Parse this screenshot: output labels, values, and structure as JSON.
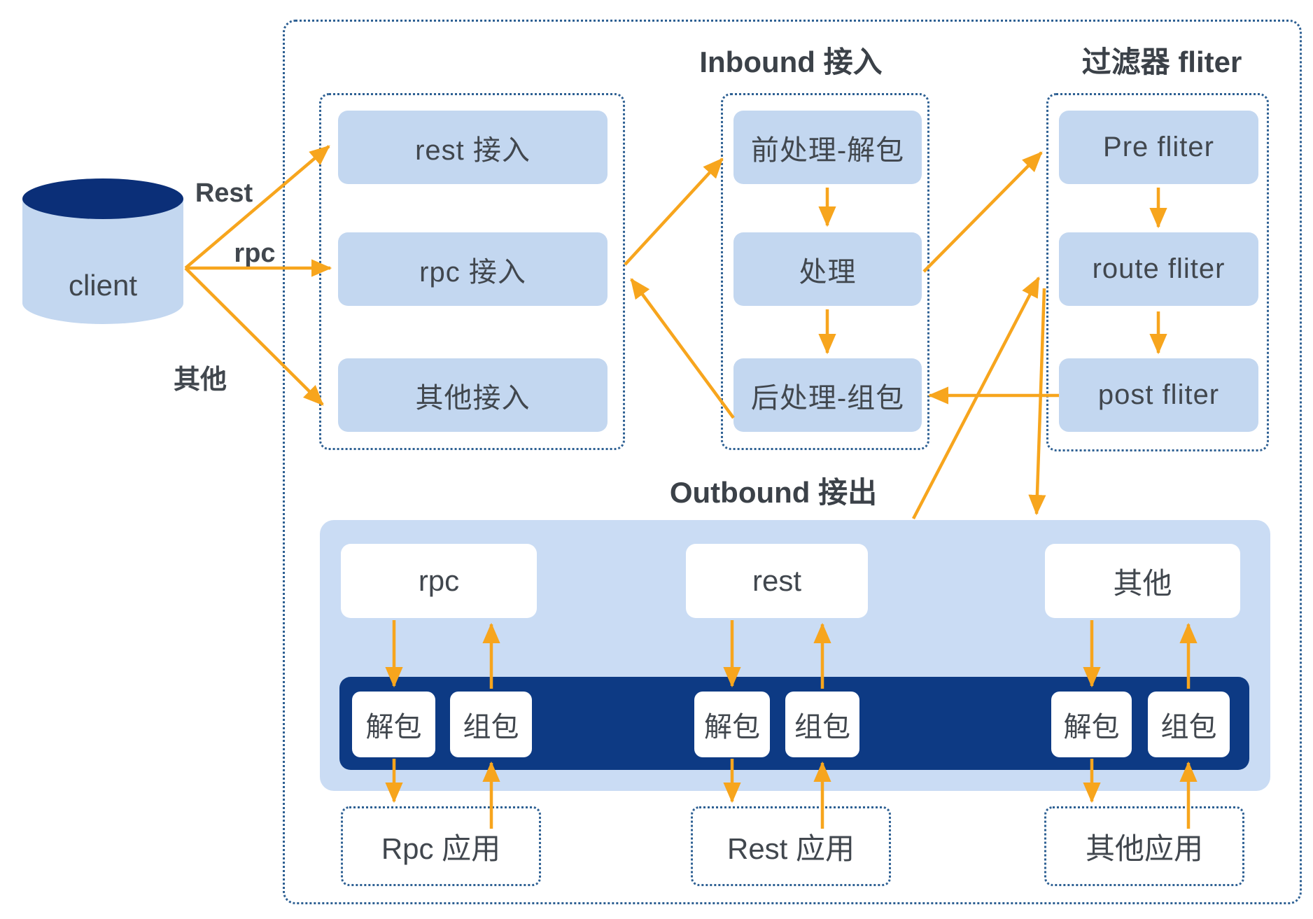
{
  "colors": {
    "box_fill": "#c3d7f0",
    "container_fill": "#cadcf4",
    "navy": "#0d3a84",
    "cylinder_top": "#0b2f78",
    "border": "#2e6093",
    "arrow": "#f7a51d",
    "text": "#41474e"
  },
  "client": {
    "label": "client"
  },
  "edge_labels": {
    "rest": "Rest",
    "rpc": "rpc",
    "other": "其他"
  },
  "groups": {
    "access": {
      "boxes": [
        "rest 接入",
        "rpc 接入",
        "其他接入"
      ]
    },
    "inbound": {
      "title": "Inbound 接入",
      "boxes": [
        "前处理-解包",
        "处理",
        "后处理-组包"
      ]
    },
    "filter": {
      "title": "过滤器 fliter",
      "boxes": [
        "Pre fliter",
        "route fliter",
        "post fliter"
      ]
    },
    "outbound": {
      "title": "Outbound 接出",
      "channels": [
        {
          "label": "rpc",
          "unpack": "解包",
          "pack": "组包",
          "app": "Rpc 应用"
        },
        {
          "label": "rest",
          "unpack": "解包",
          "pack": "组包",
          "app": "Rest 应用"
        },
        {
          "label": "其他",
          "unpack": "解包",
          "pack": "组包",
          "app": "其他应用"
        }
      ]
    }
  }
}
